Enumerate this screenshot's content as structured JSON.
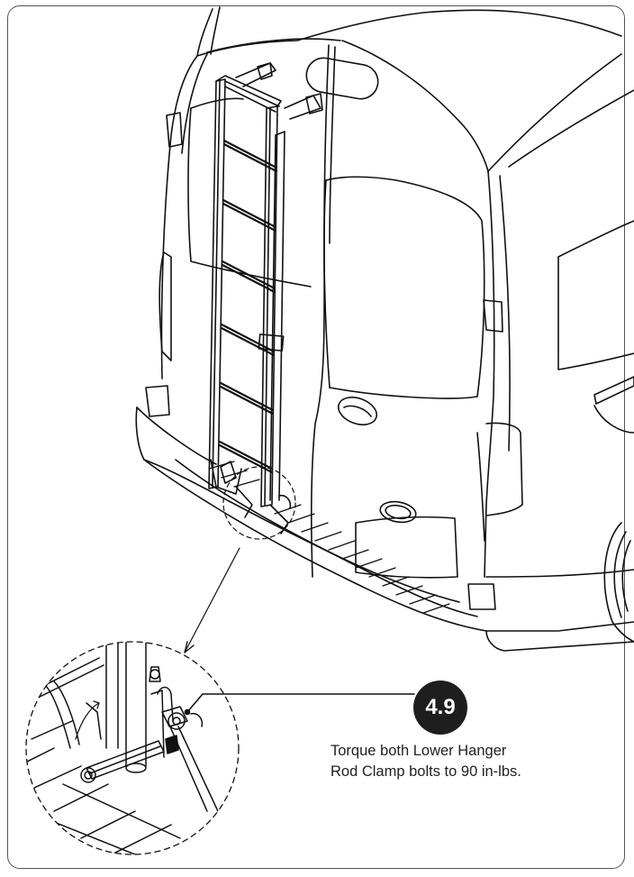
{
  "step": {
    "number": "4.9",
    "instruction_lines": [
      "Torque both Lower Hanger",
      "Rod Clamp bolts to 90 in-lbs."
    ]
  },
  "colors": {
    "badge": "#1e1e1e",
    "line": "#111111",
    "frame": "#555555"
  },
  "illustration": {
    "subject": "rear-ladder-on-van",
    "detail_callout": "lower-hanger-rod-clamp-closeup"
  }
}
